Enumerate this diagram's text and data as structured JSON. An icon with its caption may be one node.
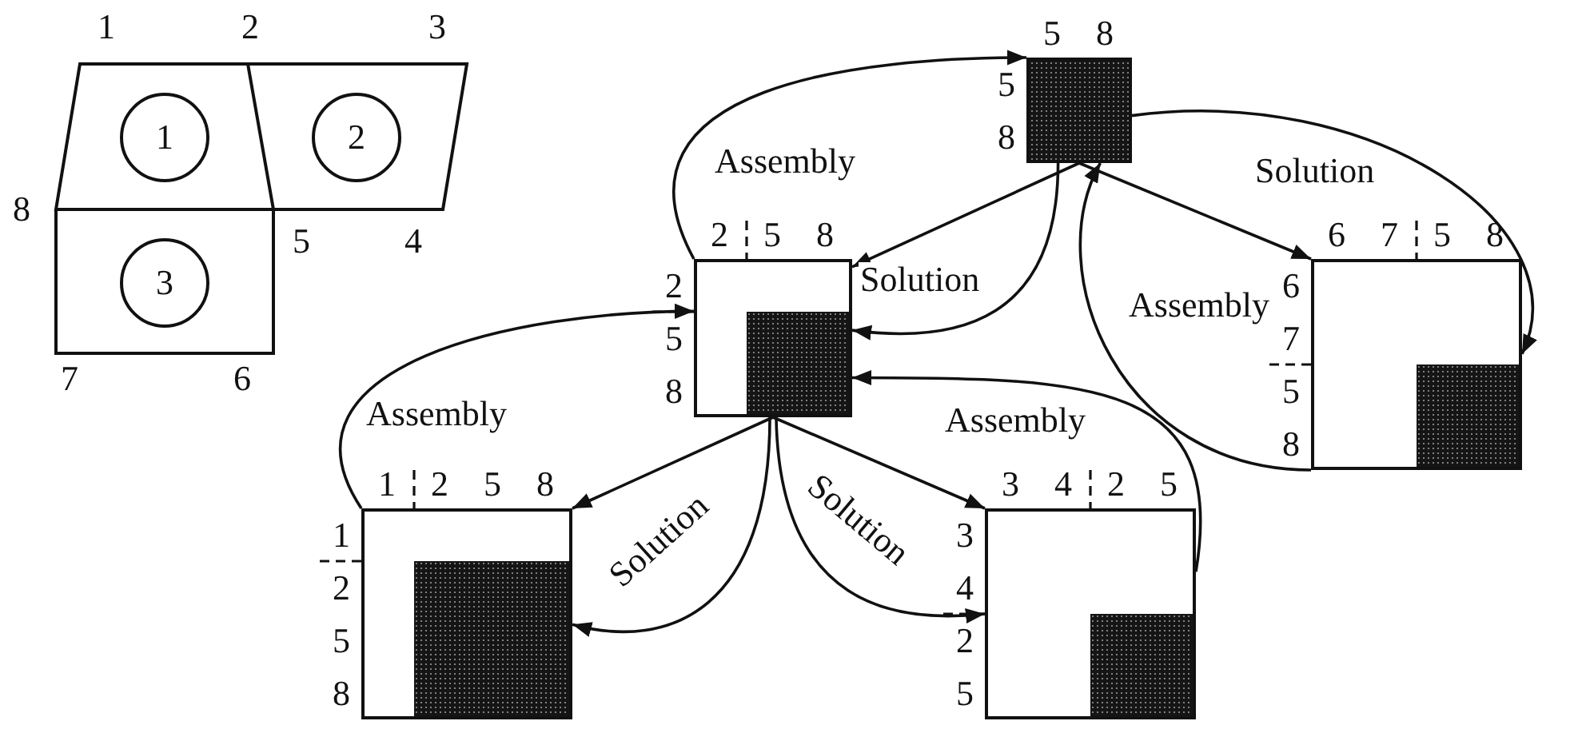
{
  "diagram": {
    "nodes": [
      {
        "text": [
          "1"
        ]
      },
      {
        "text": [
          "2"
        ]
      },
      {
        "text": [
          "3"
        ]
      },
      {
        "text": [],
        "shape": "box",
        "beside": [
          "5",
          "8",
          "5",
          "8"
        ]
      },
      {
        "text": [],
        "shape": "box",
        "beside": [
          "2",
          "5",
          "8",
          "2",
          "5",
          "8"
        ]
      },
      {
        "text": [],
        "shape": "box",
        "beside": [
          "6",
          "7",
          "5",
          "8",
          "6",
          "7",
          "5",
          "8"
        ]
      },
      {
        "text": [],
        "shape": "box",
        "beside": [
          "1",
          "2",
          "5",
          "8",
          "1",
          "2",
          "5",
          "8"
        ]
      },
      {
        "text": [],
        "shape": "box",
        "beside": [
          "3",
          "4",
          "2",
          "5",
          "3",
          "4",
          "2",
          "5"
        ]
      }
    ],
    "edges": [
      {
        "from": 3,
        "to": 4,
        "arrow": "to"
      },
      {
        "from": 3,
        "to": 5,
        "arrow": "to"
      },
      {
        "from": 4,
        "to": 6,
        "arrow": "to"
      },
      {
        "from": 4,
        "to": 7,
        "arrow": "to"
      },
      {
        "from": 6,
        "to": 4,
        "arrow": "to",
        "label": "Assembly"
      },
      {
        "from": 4,
        "to": 3,
        "arrow": "to",
        "label": "Assembly"
      },
      {
        "from": 3,
        "to": 4,
        "arrow": "to",
        "label": "Solution"
      },
      {
        "from": 3,
        "to": 5,
        "arrow": "to",
        "label": "Solution"
      },
      {
        "from": 5,
        "to": 3,
        "arrow": "to",
        "label": "Assembly"
      },
      {
        "from": 7,
        "to": 4,
        "arrow": "to",
        "label": "Assembly"
      },
      {
        "from": 4,
        "to": 6,
        "arrow": "to",
        "label": "Solution"
      },
      {
        "from": 4,
        "to": 7,
        "arrow": "to",
        "label": "Solution"
      }
    ],
    "labels": [
      "1",
      "2",
      "3",
      "8",
      "5",
      "4",
      "7",
      "6"
    ]
  }
}
